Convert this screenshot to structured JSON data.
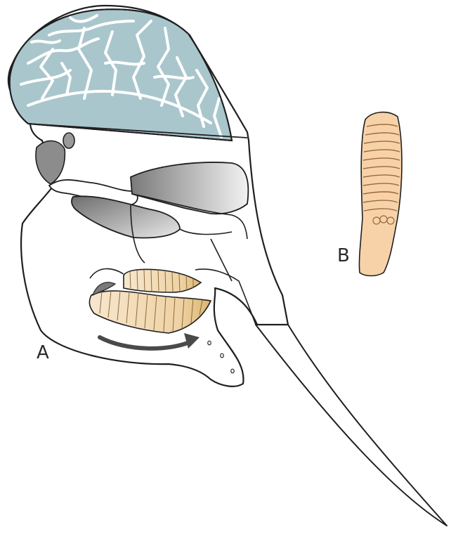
{
  "figure": {
    "panels": [
      {
        "id": "A",
        "label": "A",
        "subject": "skull-cross-section"
      },
      {
        "id": "B",
        "label": "B",
        "subject": "molar-occlusal-view"
      }
    ]
  },
  "colors": {
    "outline": "#1f1f1f",
    "bone": "#ffffff",
    "sinus_fill": "#a9c6cc",
    "cavity_dark": "#8a8a8a",
    "cavity_light": "#e4e4e4",
    "molar_fill": "#f6e1c4",
    "molar_enamel": "#d9b56e",
    "molar_b_fill": "#f7d2a9",
    "arrow": "#4a4a4a"
  },
  "icons": [
    "skull-outline",
    "tusk",
    "cranial-sinus-cells",
    "molar-upper",
    "molar-lower",
    "molar-progression-arrow",
    "isolated-molar"
  ]
}
